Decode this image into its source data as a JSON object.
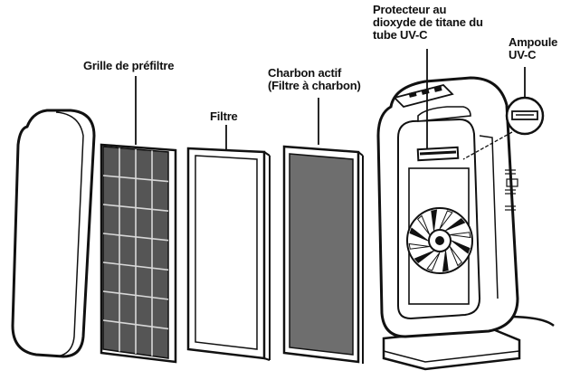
{
  "labels": {
    "pre_filter_grid": "Grille de préfiltre",
    "filter": "Filtre",
    "activated_carbon_line1": "Charbon actif",
    "activated_carbon_line2": "(Filtre à charbon)",
    "titanium_protector_line1": "Protecteur au",
    "titanium_protector_line2": "dioxyde de titane du",
    "titanium_protector_line3": "tube UV-C",
    "uvc_bulb_line1": "Ampoule",
    "uvc_bulb_line2": "UV-C"
  },
  "colors": {
    "ink": "#111111",
    "grid_fill": "#555555",
    "carbon_fill": "#6e6e6e",
    "white": "#ffffff"
  }
}
